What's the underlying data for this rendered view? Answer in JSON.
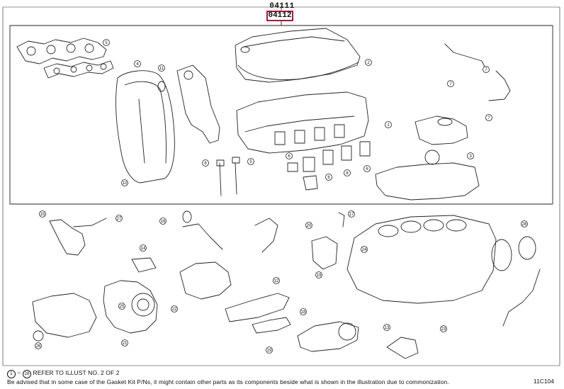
{
  "header": {
    "code_top": "04111",
    "code_boxed": "04112"
  },
  "footer": {
    "note1_circle_first": "1",
    "note1_circle_last": "28",
    "note1_text": "REFER TO ILLUST NO. 2 OF 2",
    "note2_text": "Be advised that in some case of the Gasket Kit P/Ns, it might contain other parts as its components beside what is shown in the illustration due to commonization.",
    "figure_code": "11C104"
  },
  "callouts": {
    "upper": [
      "5",
      "4",
      "11",
      "7",
      "7",
      "7",
      "1",
      "3",
      "8",
      "5",
      "6",
      "8",
      "6",
      "6",
      "2",
      "10"
    ],
    "lower": [
      "15",
      "27",
      "16",
      "20",
      "17",
      "28",
      "14",
      "12",
      "24",
      "19",
      "25",
      "22",
      "26",
      "13",
      "18",
      "21",
      "23",
      "19"
    ]
  },
  "colors": {
    "highlight_box": "#a21c3a",
    "line": "#222222"
  }
}
